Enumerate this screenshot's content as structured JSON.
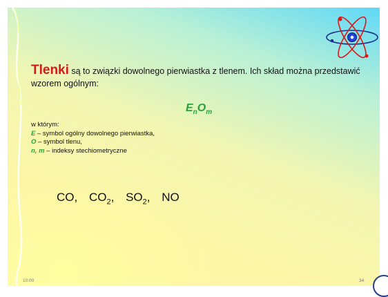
{
  "slide": {
    "term": "Tlenki",
    "intro_text": " są to związki dowolnego pierwiastka z tlenem. Ich skład można przedstawić wzorem ogólnym:",
    "formula": {
      "element": "E",
      "element_index": "n",
      "oxygen": "O",
      "oxygen_index": "m"
    },
    "legend": {
      "heading": "w którym:",
      "items": [
        {
          "symbol": "E",
          "text": " – symbol ogólny dowolnego pierwiastka,"
        },
        {
          "symbol": "O",
          "text": " – symbol tlenu,"
        },
        {
          "symbol": "n, m",
          "text": " – indeksy stechiometryczne"
        }
      ]
    },
    "examples": [
      {
        "base": "CO",
        "sub": "",
        "sep": ","
      },
      {
        "base": "CO",
        "sub": "2",
        "sep": ","
      },
      {
        "base": "SO",
        "sub": "2",
        "sep": ","
      },
      {
        "base": "NO",
        "sub": "",
        "sep": ""
      }
    ],
    "footer": {
      "time": "10:00",
      "page": "34"
    }
  },
  "colors": {
    "term": "#d61a1a",
    "symbol_green": "#27a23a",
    "atom_orbit_red": "#d81818",
    "atom_orbit_blue": "#1c2f8e",
    "atom_core": "#1f44d6"
  },
  "icons": {
    "decoration": "atom-icon"
  }
}
